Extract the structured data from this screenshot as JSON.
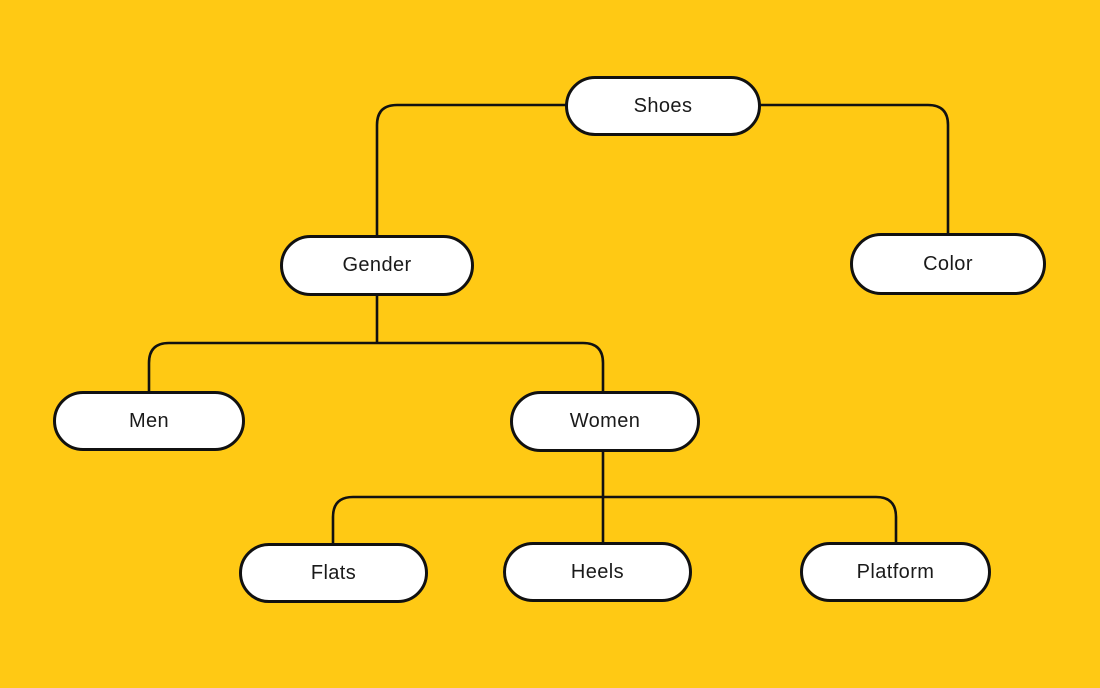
{
  "canvas": {
    "background_color": "#FFC914",
    "node_fill_color": "#FFFFFF",
    "line_color": "#111111",
    "text_color": "#1A1A1A"
  },
  "diagram": {
    "type": "tree-flowchart",
    "root": {
      "label": "Shoes",
      "children": [
        {
          "label": "Gender",
          "children": [
            {
              "label": "Men",
              "children": []
            },
            {
              "label": "Women",
              "children": [
                {
                  "label": "Flats",
                  "children": []
                },
                {
                  "label": "Heels",
                  "children": []
                },
                {
                  "label": "Platform",
                  "children": []
                }
              ]
            }
          ]
        },
        {
          "label": "Color",
          "children": []
        }
      ]
    },
    "edges": [
      [
        "Shoes",
        "Gender"
      ],
      [
        "Shoes",
        "Color"
      ],
      [
        "Gender",
        "Men"
      ],
      [
        "Gender",
        "Women"
      ],
      [
        "Women",
        "Flats"
      ],
      [
        "Women",
        "Heels"
      ],
      [
        "Women",
        "Platform"
      ]
    ]
  },
  "nodes": [
    {
      "id": "shoes",
      "label": "Shoes"
    },
    {
      "id": "gender",
      "label": "Gender"
    },
    {
      "id": "color",
      "label": "Color"
    },
    {
      "id": "men",
      "label": "Men"
    },
    {
      "id": "women",
      "label": "Women"
    },
    {
      "id": "flats",
      "label": "Flats"
    },
    {
      "id": "heels",
      "label": "Heels"
    },
    {
      "id": "platform",
      "label": "Platform"
    }
  ]
}
